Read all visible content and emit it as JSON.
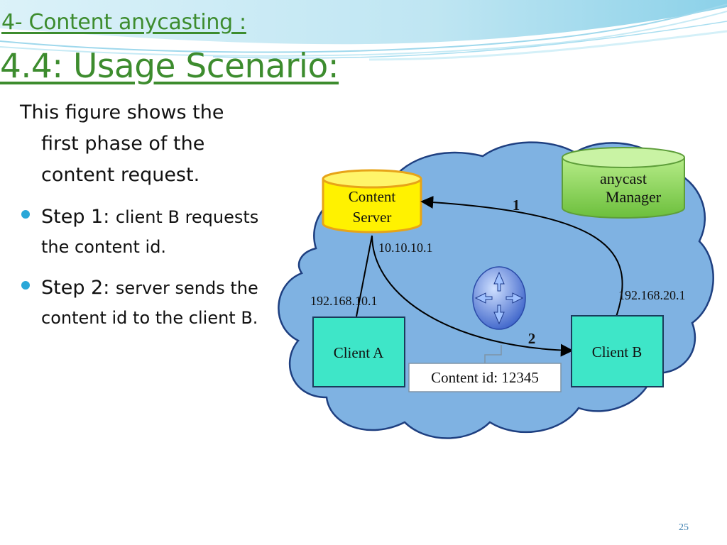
{
  "slide": {
    "section_title": "4- Content anycasting :",
    "title": "4.4: Usage Scenario:",
    "page_number": "25"
  },
  "body": {
    "intro": "This figure shows the first phase of the content request.",
    "steps": [
      {
        "head": "Step 1: ",
        "text": "client B requests the content id."
      },
      {
        "head": "Step 2: ",
        "text": "server sends the content id to the client B."
      }
    ]
  },
  "diagram": {
    "content_server": {
      "line1": "Content",
      "line2": "Server"
    },
    "anycast_manager": {
      "line1": "anycast",
      "line2": "Manager"
    },
    "client_a": "Client A",
    "client_b": "Client B",
    "ip_server": "10.10.10.1",
    "ip_client_a": "192.168.10.1",
    "ip_client_b": "192.168.20.1",
    "arrow_1_label": "1",
    "arrow_2_label": "2",
    "content_id_label": "Content id: 12345",
    "router_icon": "router-icon"
  },
  "colors": {
    "title_green": "#3d8c2e",
    "cloud_fill": "#7fb2e2",
    "server_yellow": "#fff200",
    "manager_green": "#8fd45a",
    "client_teal": "#3ee6c8",
    "bullet_blue": "#29a7d8"
  }
}
